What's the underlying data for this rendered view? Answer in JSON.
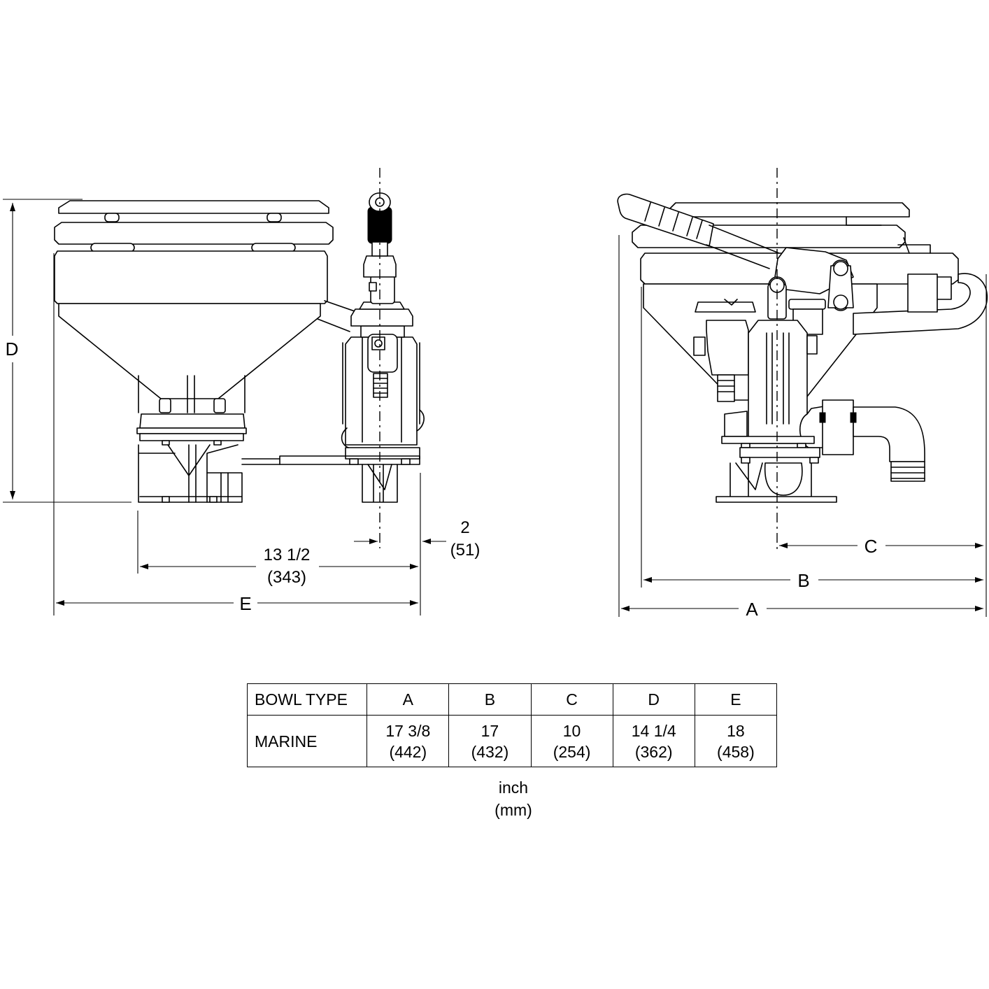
{
  "side_view": {
    "dimensions": {
      "height_label": "D",
      "width_label": "E",
      "base_width_in": "13 1/2",
      "base_width_mm": "(343)",
      "pump_offset_in": "2",
      "pump_offset_mm": "(51)"
    }
  },
  "front_view": {
    "dimensions": {
      "a_label": "A",
      "b_label": "B",
      "c_label": "C"
    }
  },
  "table": {
    "header": [
      "BOWL TYPE",
      "A",
      "B",
      "C",
      "D",
      "E"
    ],
    "rows": [
      {
        "label": "MARINE",
        "cells": [
          {
            "inch": "17 3/8",
            "mm": "(442)"
          },
          {
            "inch": "17",
            "mm": "(432)"
          },
          {
            "inch": "10",
            "mm": "(254)"
          },
          {
            "inch": "14 1/4",
            "mm": "(362)"
          },
          {
            "inch": "18",
            "mm": "(458)"
          }
        ]
      }
    ]
  },
  "units": {
    "line1": "inch",
    "line2": "(mm)"
  }
}
